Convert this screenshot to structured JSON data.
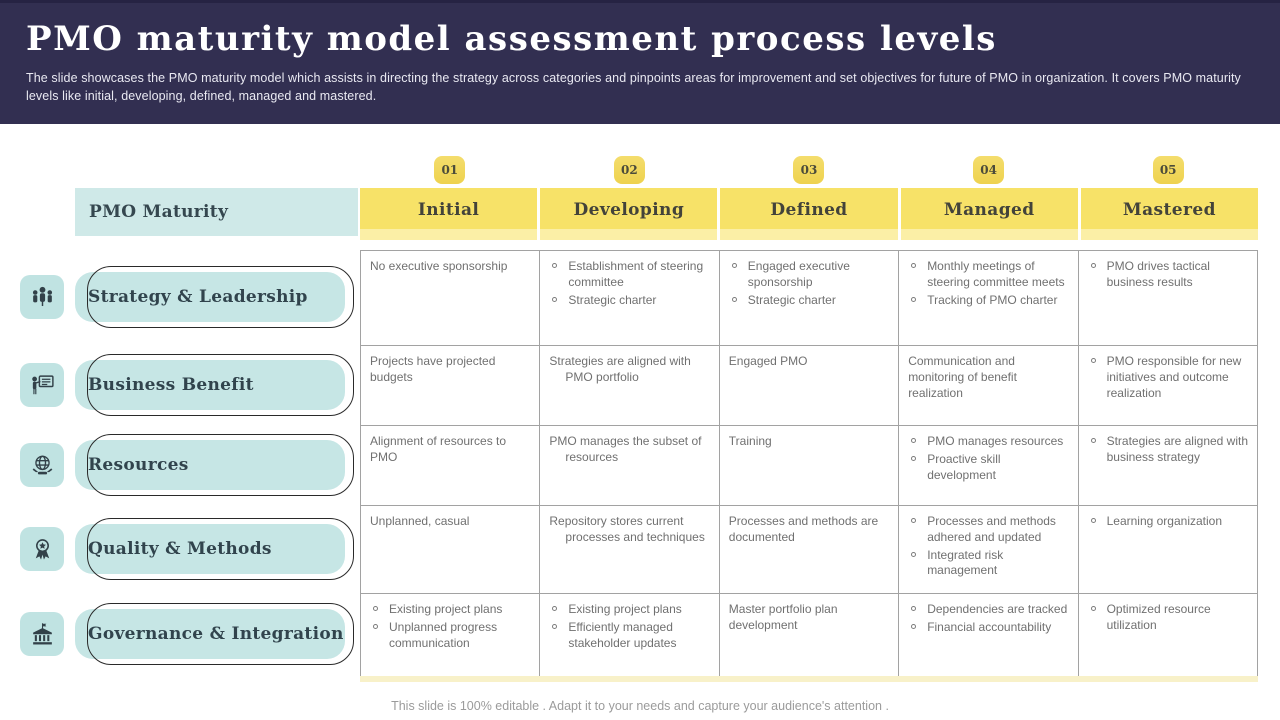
{
  "header": {
    "title": "PMO maturity model assessment process levels",
    "subtitle": "The slide showcases the PMO maturity model which assists in directing the strategy across categories and pinpoints areas for improvement and set objectives for future of PMO in organization. It covers PMO maturity levels like initial, developing, defined, managed and mastered."
  },
  "levels": [
    {
      "num": "01",
      "label": "Initial"
    },
    {
      "num": "02",
      "label": "Developing"
    },
    {
      "num": "03",
      "label": "Defined"
    },
    {
      "num": "04",
      "label": "Managed"
    },
    {
      "num": "05",
      "label": "Mastered"
    }
  ],
  "table": {
    "corner_label": "PMO Maturity",
    "rows": [
      {
        "label": "Strategy & Leadership",
        "icon": "team-icon",
        "cells": [
          {
            "bulleted": false,
            "hang": false,
            "items": [
              "No executive sponsorship"
            ]
          },
          {
            "bulleted": true,
            "hang": false,
            "items": [
              "Establishment of steering committee",
              "Strategic charter"
            ]
          },
          {
            "bulleted": true,
            "hang": false,
            "items": [
              "Engaged executive sponsorship",
              "Strategic charter"
            ]
          },
          {
            "bulleted": true,
            "hang": false,
            "items": [
              "Monthly meetings of steering committee meets",
              "Tracking of PMO charter"
            ]
          },
          {
            "bulleted": true,
            "hang": false,
            "items": [
              "PMO drives tactical business results"
            ]
          }
        ]
      },
      {
        "label": "Business Benefit",
        "icon": "presentation-icon",
        "cells": [
          {
            "bulleted": false,
            "hang": false,
            "items": [
              "Projects have projected budgets"
            ]
          },
          {
            "bulleted": false,
            "hang": true,
            "items": [
              "Strategies are aligned with PMO portfolio"
            ]
          },
          {
            "bulleted": false,
            "hang": false,
            "items": [
              "Engaged PMO"
            ]
          },
          {
            "bulleted": false,
            "hang": false,
            "items": [
              "Communication and monitoring of benefit realization"
            ]
          },
          {
            "bulleted": true,
            "hang": false,
            "items": [
              "PMO responsible for new initiatives and outcome realization"
            ]
          }
        ]
      },
      {
        "label": "Resources",
        "icon": "globe-hands-icon",
        "cells": [
          {
            "bulleted": false,
            "hang": false,
            "items": [
              "Alignment of resources to PMO"
            ]
          },
          {
            "bulleted": false,
            "hang": true,
            "items": [
              "PMO manages the subset of resources"
            ]
          },
          {
            "bulleted": false,
            "hang": false,
            "items": [
              "Training"
            ]
          },
          {
            "bulleted": true,
            "hang": false,
            "items": [
              "PMO manages resources",
              "Proactive skill development"
            ]
          },
          {
            "bulleted": true,
            "hang": false,
            "items": [
              "Strategies are aligned with business strategy"
            ]
          }
        ]
      },
      {
        "label": "Quality & Methods",
        "icon": "award-icon",
        "cells": [
          {
            "bulleted": false,
            "hang": false,
            "items": [
              "Unplanned, casual"
            ]
          },
          {
            "bulleted": false,
            "hang": true,
            "items": [
              "Repository stores current processes and techniques"
            ]
          },
          {
            "bulleted": false,
            "hang": false,
            "items": [
              "Processes and methods are documented"
            ]
          },
          {
            "bulleted": true,
            "hang": false,
            "items": [
              "Processes and methods adhered and updated",
              "Integrated risk management"
            ]
          },
          {
            "bulleted": true,
            "hang": false,
            "items": [
              "Learning organization"
            ]
          }
        ]
      },
      {
        "label": "Governance & Integration",
        "icon": "bank-icon",
        "cells": [
          {
            "bulleted": true,
            "hang": false,
            "items": [
              "Existing project plans",
              "Unplanned progress communication"
            ]
          },
          {
            "bulleted": true,
            "hang": false,
            "items": [
              "Existing project plans",
              "Efficiently managed stakeholder updates"
            ]
          },
          {
            "bulleted": false,
            "hang": false,
            "items": [
              "Master portfolio plan development"
            ]
          },
          {
            "bulleted": true,
            "hang": false,
            "items": [
              "Dependencies are tracked",
              "Financial accountability"
            ]
          },
          {
            "bulleted": true,
            "hang": false,
            "items": [
              "Optimized resource utilization"
            ]
          }
        ]
      }
    ]
  },
  "footer": {
    "note": "This slide is 100% editable . Adapt it to your needs and capture your audience's attention ."
  },
  "colors": {
    "header_navy": "#322f51",
    "accent_yellow": "#f7e268",
    "badge_yellow": "#eed24e",
    "accent_teal": "#c6e6e5",
    "body_text_gray": "#707070",
    "grid_border": "#a2a2a2"
  }
}
